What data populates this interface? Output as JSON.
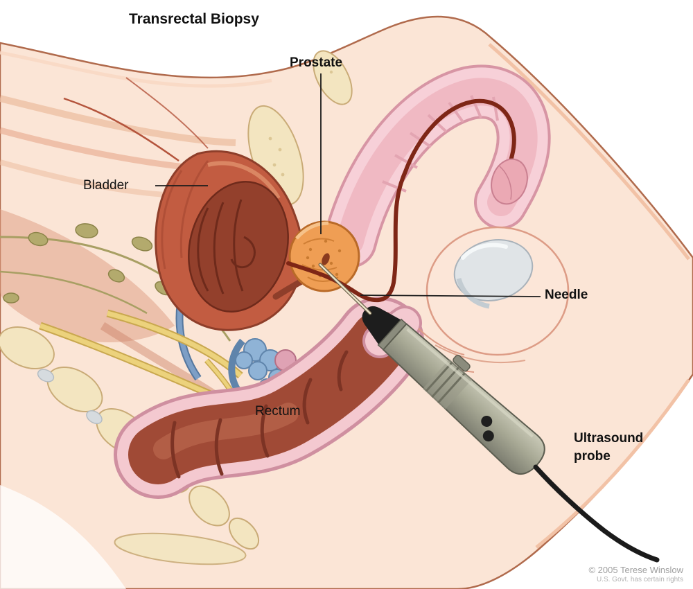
{
  "title": "Transrectal Biopsy",
  "labels": {
    "prostate": "Prostate",
    "bladder": "Bladder",
    "needle": "Needle",
    "rectum": "Rectum",
    "ultrasound_line1": "Ultrasound",
    "ultrasound_line2": "probe"
  },
  "credit": {
    "line1": "© 2005 Terese Winslow",
    "line2": "U.S. Govt. has certain rights"
  },
  "colors": {
    "skin": "#fbe5d6",
    "skin_outline": "#b06a4c",
    "bone": "#f3e5c0",
    "bladder_wall": "#c25c41",
    "bladder_lumen": "#93402c",
    "prostate": "#ef9e54",
    "urethra": "#7e2616",
    "rectum_wall": "#f4c9d0",
    "rectum_lumen": "#a04a36",
    "probe_body": "#a8a995",
    "probe_tip": "#1d1d1d",
    "nerve": "#ecd27c",
    "vessel_blue": "#7e9fc6",
    "vesicle_blue": "#8fb3d6",
    "vesicle_pink": "#dfa2b4",
    "testicle": "#e0e4e7",
    "penis_skin": "#f7d0d8",
    "label_line": "#1c1c1c"
  }
}
